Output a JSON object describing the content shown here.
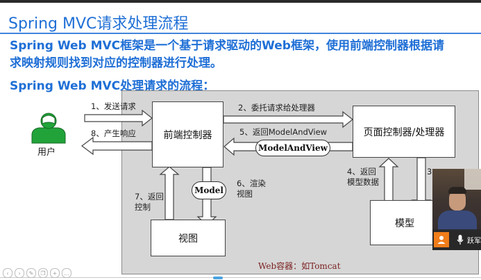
{
  "slide": {
    "title": "Spring MVC请求处理流程",
    "intro": "Spring Web MVC框架是一个基于请求驱动的Web框架，使用前端控制器根据请求映射规则找到对应的控制器进行处理。",
    "flow_heading": "Spring Web MVC处理请求的流程："
  },
  "diagram": {
    "user_label": "用户",
    "front_controller": "前端控制器",
    "page_controller": "页面控制器/处理器",
    "view": "视图",
    "model_box": "模型",
    "model_pill": "Model",
    "mav_pill": "ModelAndView",
    "web_container": "Web容器：如Tomcat",
    "steps": {
      "s1": "1、发送请求",
      "s2": "2、委托请求给处理器",
      "s3": "3、",
      "s4": "4、返回模型数据",
      "s5": "5、返回ModelAndView",
      "s6": "6、渲染视图",
      "s7": "7、返回控制",
      "s8": "8、产生响应"
    }
  },
  "video": {
    "name": "跃军"
  },
  "toolbar": {
    "icons": [
      "prev-icon",
      "next-icon",
      "pen-icon",
      "copy-icon",
      "zoom-icon",
      "more-icon"
    ]
  }
}
